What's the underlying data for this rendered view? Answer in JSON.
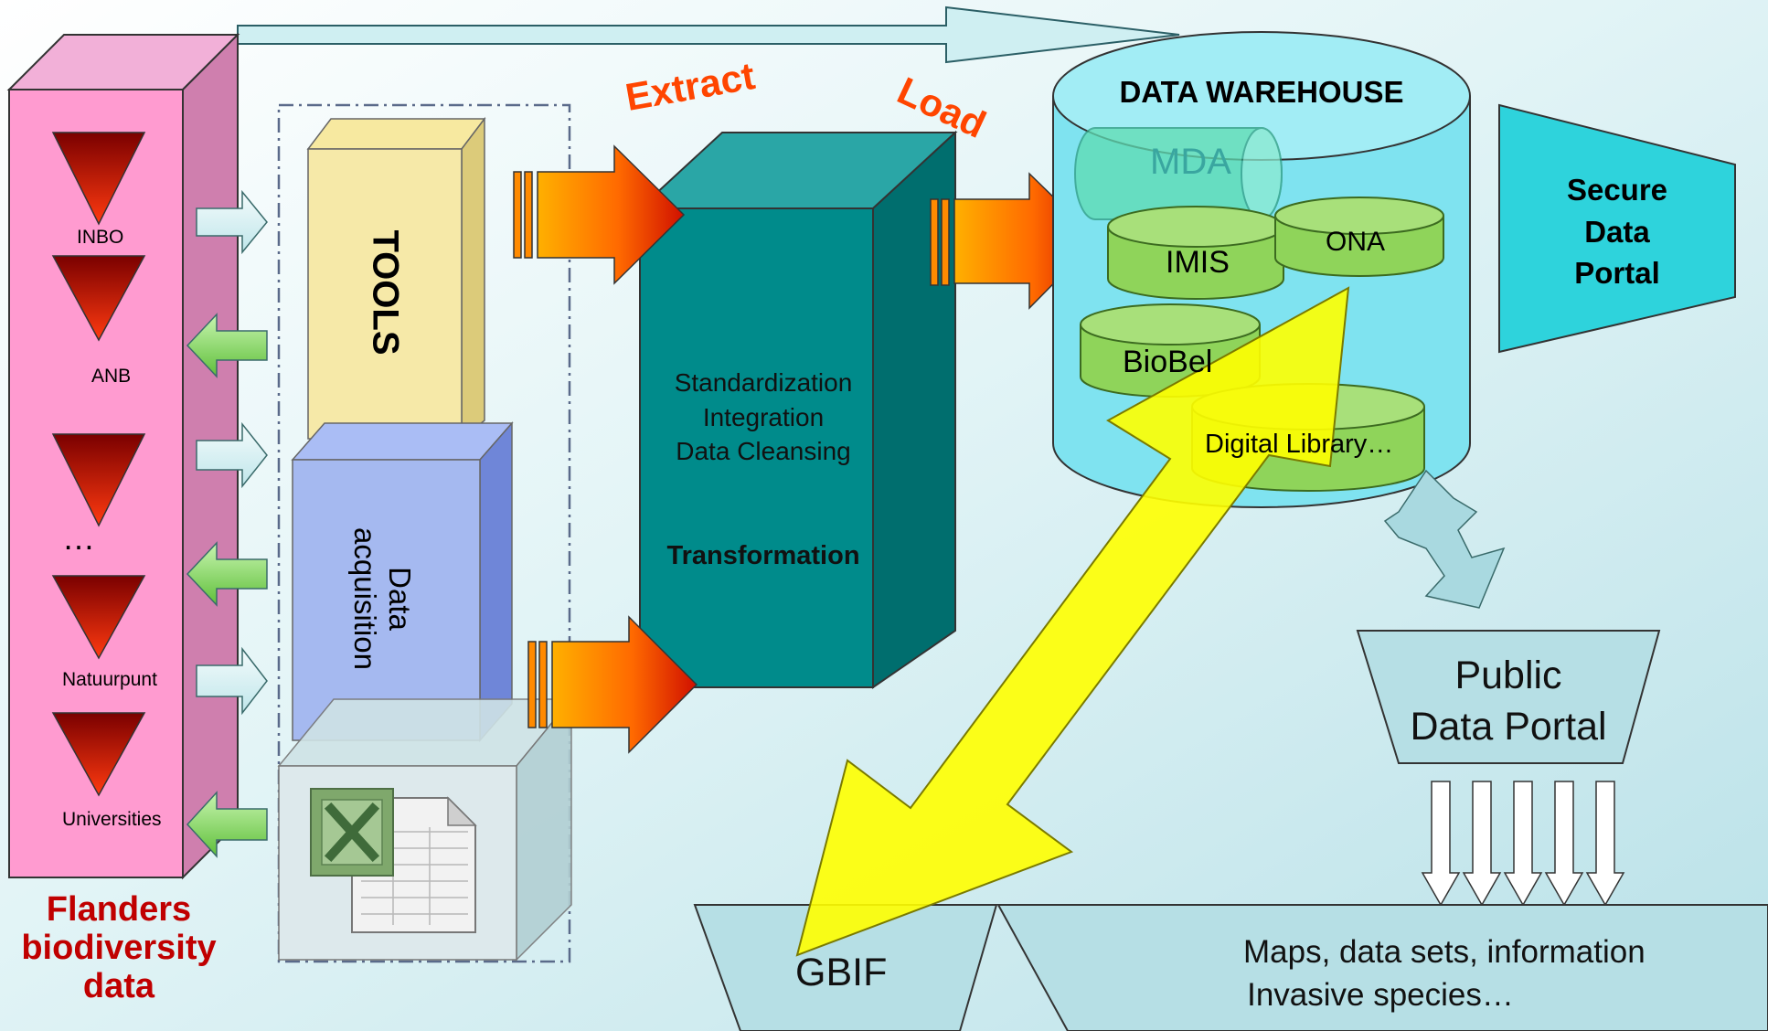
{
  "sources": {
    "title_line1": "Flanders",
    "title_line2": "biodiversity",
    "title_line3": "data",
    "items": [
      "INBO",
      "ANB",
      "…",
      "Natuurpunt",
      "Universities"
    ]
  },
  "tools": {
    "tools_label": "TOOLS",
    "acquisition_line1": "Data",
    "acquisition_line2": "acquisition"
  },
  "etl": {
    "extract_label": "Extract",
    "load_label": "Load",
    "process_lines": [
      "Standardization",
      "Integration",
      "Data Cleansing"
    ],
    "transformation_label": "Transformation"
  },
  "warehouse": {
    "title": "DATA WAREHOUSE",
    "databases": [
      "MDA",
      "IMIS",
      "ONA",
      "BioBel",
      "Digital Library…"
    ]
  },
  "portals": {
    "secure_line1": "Secure",
    "secure_line2": "Data",
    "secure_line3": "Portal",
    "public_line1": "Public",
    "public_line2": "Data Portal"
  },
  "outputs": {
    "gbif": "GBIF",
    "maps_line1": "Maps, data sets, information",
    "maps_line2": "Invasive species…"
  },
  "colors": {
    "background": "#d4eef2",
    "sources_pink": "#ff9bd0",
    "teal": "#008b8b",
    "cyan_db": "#7fe3f0",
    "green_db": "#8fd45a",
    "secure_portal": "#2ed3dc",
    "title_red": "#c00000",
    "etl_orange": "#ff4500",
    "gbif_arrow": "#ffff00"
  }
}
